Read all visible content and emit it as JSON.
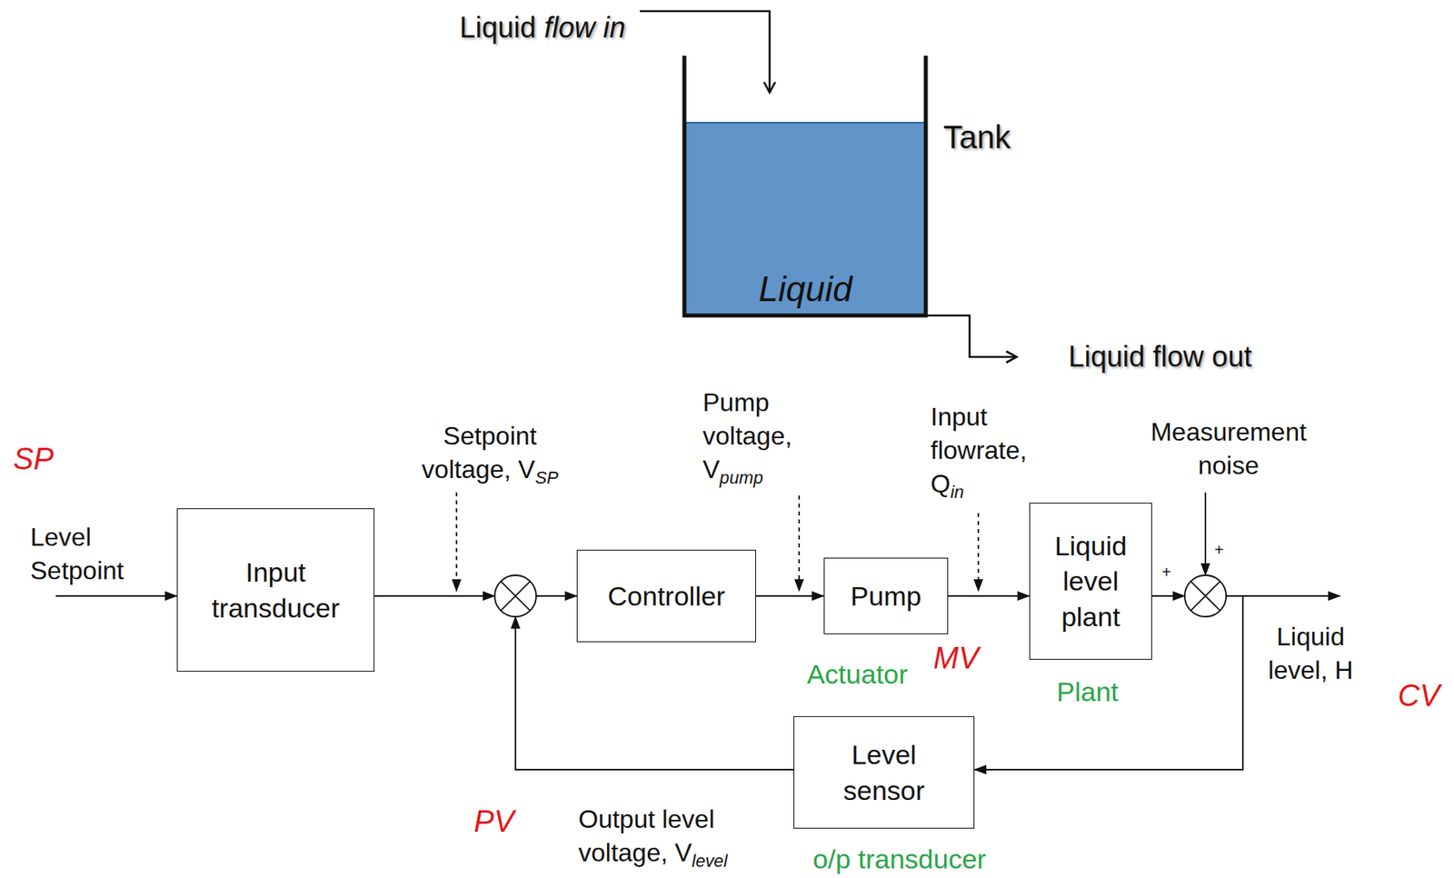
{
  "diagram": {
    "nodes": [
      {
        "text": [
          "Input transducer"
        ]
      },
      {
        "text": [
          "Controller"
        ]
      },
      {
        "text": [
          "Pump"
        ]
      },
      {
        "text": [
          "Liquid level plant"
        ]
      },
      {
        "text": [
          "Level sensor"
        ]
      }
    ],
    "edges": [
      {
        "from": 1,
        "to": 2,
        "arrow": "to"
      },
      {
        "from": 2,
        "to": 3,
        "arrow": "to"
      }
    ],
    "labels": [
      "Liquid",
      "flow in",
      "Tank",
      "Liquid",
      "Liquid flow out",
      "SP",
      "Level Setpoint",
      "Setpoint voltage, V",
      "SP",
      "Pump voltage, V",
      "pump",
      "Input flowrate, Q",
      "in",
      "Measurement noise",
      "+",
      "+",
      "Actuator",
      "MV",
      "Plant",
      "Liquid level, H",
      "CV",
      "PV",
      "Output level voltage, V",
      "level",
      "o/p transducer"
    ]
  }
}
